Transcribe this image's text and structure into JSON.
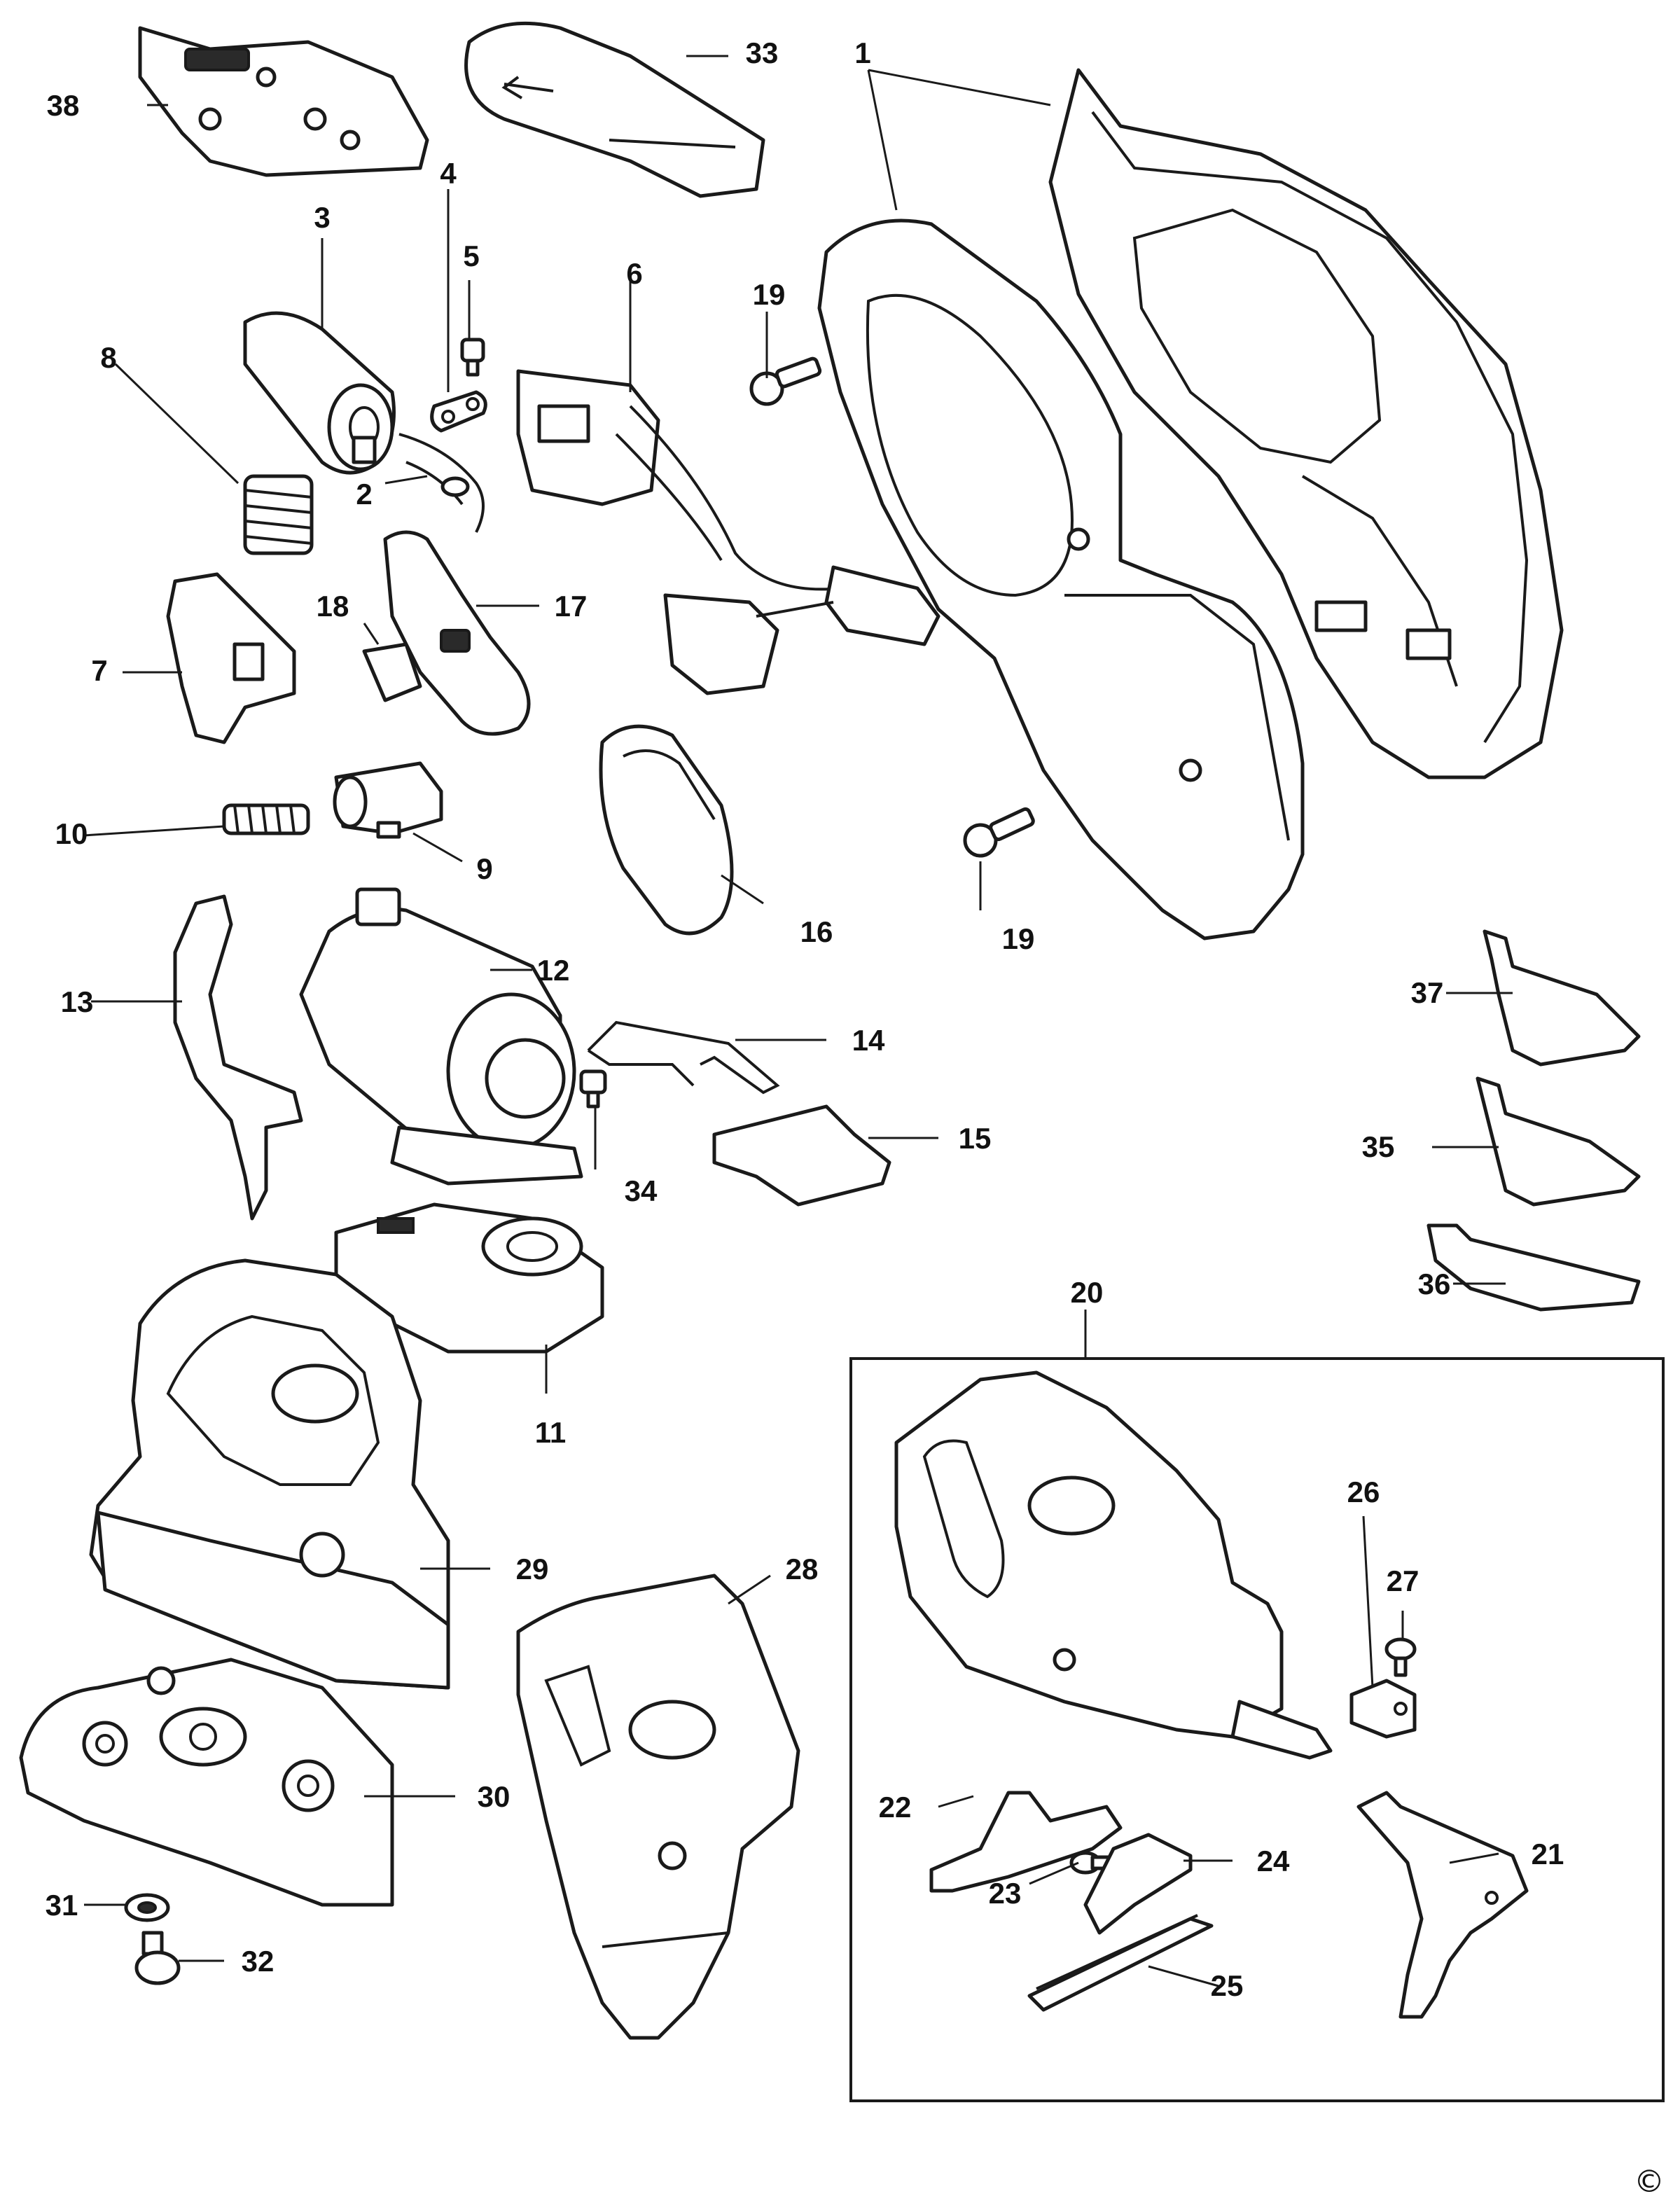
{
  "diagram": {
    "callouts": {
      "p1": "1",
      "p2": "2",
      "p3": "3",
      "p4": "4",
      "p5": "5",
      "p6": "6",
      "p7": "7",
      "p8": "8",
      "p9": "9",
      "p10": "10",
      "p11": "11",
      "p12": "12",
      "p13": "13",
      "p14": "14",
      "p15": "15",
      "p16": "16",
      "p17": "17",
      "p18": "18",
      "p19a": "19",
      "p19b": "19",
      "p20": "20",
      "p21": "21",
      "p22": "22",
      "p23": "23",
      "p24": "24",
      "p25": "25",
      "p26": "26",
      "p27": "27",
      "p28": "28",
      "p29": "29",
      "p30": "30",
      "p31": "31",
      "p32": "32",
      "p33": "33",
      "p34": "34",
      "p35": "35",
      "p36": "36",
      "p37": "37",
      "p38": "38"
    },
    "copyright": "©"
  }
}
